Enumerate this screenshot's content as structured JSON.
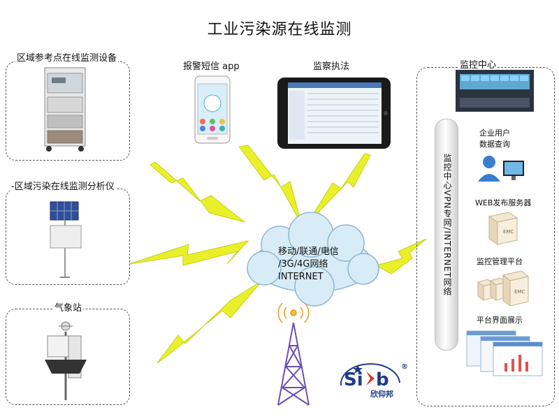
{
  "title": "工业污染源在线监测",
  "left": {
    "box1_label": "区域参考点在线监测设备",
    "box2_label": "-区域污染在线监测分析仪",
    "box3_label": "气象站"
  },
  "top": {
    "sms_label": "报警短信  app",
    "tablet_label": "监察执法"
  },
  "cloud": {
    "line1": "移动/联通/电信",
    "line2": "/3G/4G网络",
    "line3": "INTERNET"
  },
  "right": {
    "title": "监控中心",
    "pipe_text": "监控中心VPN专网/INTERNET网络",
    "items": [
      {
        "label": "企业用户"
      },
      {
        "label": "数据查询"
      },
      {
        "label": "WEB发布服务器"
      },
      {
        "label": "监控管理平台"
      },
      {
        "label": "平台界面展示"
      }
    ],
    "server_text": "EMC"
  },
  "logo": {
    "text": "欣仰邦",
    "brand": "Si b",
    "reg": "®"
  },
  "colors": {
    "lightning": "#e9f02a",
    "cloud": "#d8ecf7",
    "tower": "#6a4fb5",
    "brand": "#1c3b8c"
  }
}
